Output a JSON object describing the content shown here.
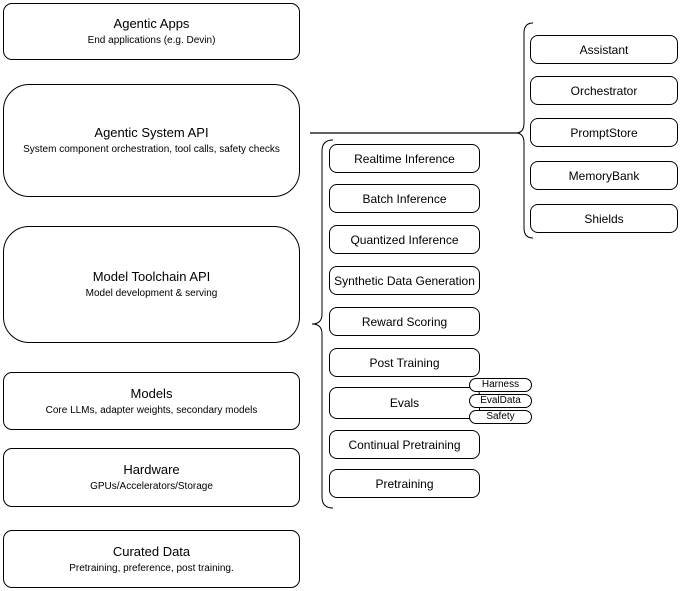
{
  "colors": {
    "stroke": "#000000",
    "fill": "#ffffff",
    "text": "#000000"
  },
  "stack": [
    {
      "title": "Agentic Apps",
      "subtitle": "End applications (e.g. Devin)"
    },
    {
      "title": "Agentic System API",
      "subtitle": "System component orchestration, tool calls, safety checks"
    },
    {
      "title": "Model Toolchain API",
      "subtitle": "Model development & serving"
    },
    {
      "title": "Models",
      "subtitle": "Core LLMs, adapter weights, secondary models"
    },
    {
      "title": "Hardware",
      "subtitle": "GPUs/Accelerators/Storage"
    },
    {
      "title": "Curated Data",
      "subtitle": "Pretraining, preference, post training."
    }
  ],
  "toolchain": {
    "items": [
      "Realtime Inference",
      "Batch Inference",
      "Quantized Inference",
      "Synthetic Data Generation",
      "Reward Scoring",
      "Post Training",
      "Evals",
      "Continual Pretraining",
      "Pretraining"
    ],
    "evals_tags": [
      "Harness",
      "EvalData",
      "Safety"
    ]
  },
  "components": {
    "items": [
      "Assistant",
      "Orchestrator",
      "PromptStore",
      "MemoryBank",
      "Shields"
    ]
  }
}
